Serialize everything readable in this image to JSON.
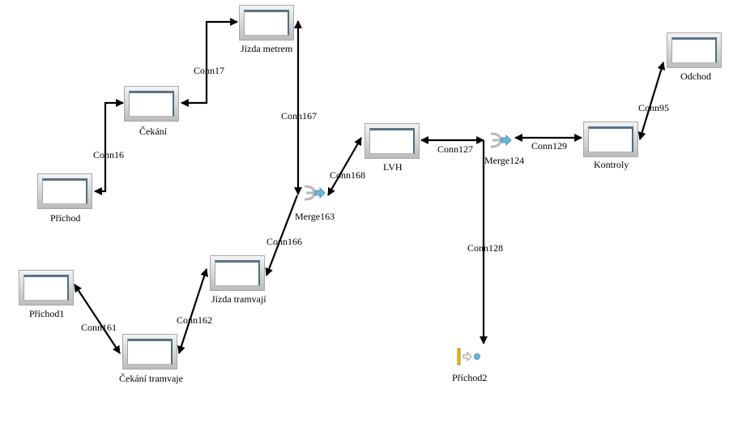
{
  "diagram": {
    "blocks": [
      {
        "id": "prichod",
        "label": "Příchod",
        "type": "block"
      },
      {
        "id": "cekani",
        "label": "Čekání",
        "type": "block"
      },
      {
        "id": "jizda_metrem",
        "label": "Jízda metrem",
        "type": "block"
      },
      {
        "id": "lvh",
        "label": "LVH",
        "type": "block"
      },
      {
        "id": "kontroly",
        "label": "Kontroly",
        "type": "block"
      },
      {
        "id": "odchod",
        "label": "Odchod",
        "type": "block"
      },
      {
        "id": "prichod1",
        "label": "Příchod1",
        "type": "block"
      },
      {
        "id": "cekani_tramvaje",
        "label": "Čekání tramvaje",
        "type": "block"
      },
      {
        "id": "jizda_tramvaji",
        "label": "Jízda tramvají",
        "type": "block"
      },
      {
        "id": "merge163",
        "label": "Merge163",
        "type": "merge"
      },
      {
        "id": "merge124",
        "label": "Merge124",
        "type": "merge"
      },
      {
        "id": "prichod2",
        "label": "Příchod2",
        "type": "source"
      }
    ],
    "connections": [
      {
        "label": "Conn16",
        "from": "Příchod",
        "to": "Čekání"
      },
      {
        "label": "Conn17",
        "from": "Čekání",
        "to": "Jízda metrem"
      },
      {
        "label": "Conn167",
        "from": "Merge163",
        "to": "Jízda metrem"
      },
      {
        "label": "Conn168",
        "from": "LVH",
        "to": "Merge163"
      },
      {
        "label": "Conn166",
        "from": "Merge163",
        "to": "Jízda tramvají"
      },
      {
        "label": "Conn162",
        "from": "Jízda tramvají",
        "to": "Čekání tramvaje"
      },
      {
        "label": "Conn161",
        "from": "Čekání tramvaje",
        "to": "Příchod1"
      },
      {
        "label": "Conn127",
        "from": "LVH",
        "to": "Merge124"
      },
      {
        "label": "Conn128",
        "from": "Merge124",
        "to": "Příchod2"
      },
      {
        "label": "Conn129",
        "from": "Merge124",
        "to": "Kontroly"
      },
      {
        "label": "Conn95",
        "from": "Kontroly",
        "to": "Odchod"
      }
    ]
  }
}
